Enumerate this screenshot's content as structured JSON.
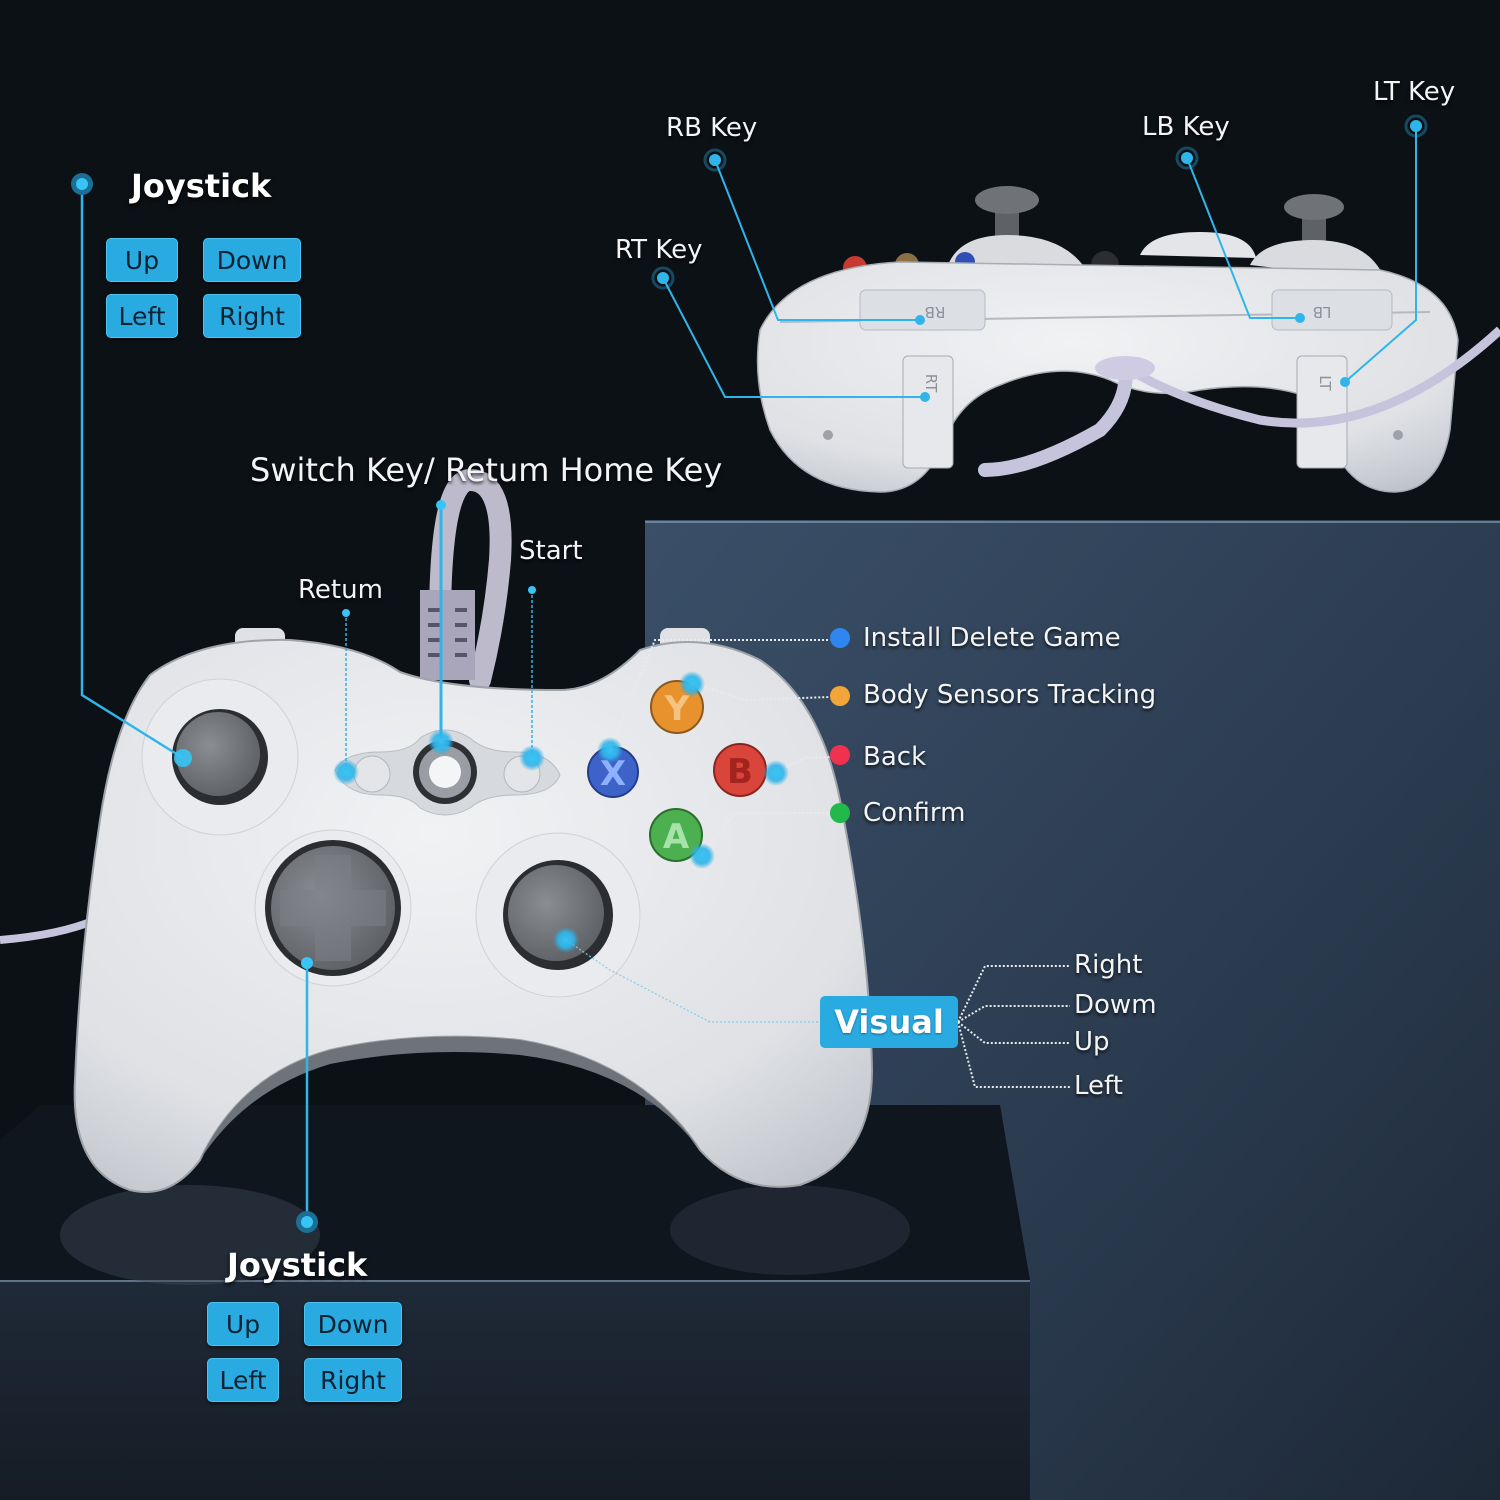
{
  "colors": {
    "background": "#0c1116",
    "pedestal": "#2c3d52",
    "accent": "#29abe2",
    "chip_text": "#0b2233",
    "label_text": "#f2f4f6",
    "controller_body": "#e4e6ea",
    "button_x": "#3d63c9",
    "button_y": "#e8922e",
    "button_b": "#d9453b",
    "button_a": "#4caf50",
    "legend_blue": "#2f86f0",
    "legend_orange": "#f2a63a",
    "legend_red": "#f0324f",
    "legend_green": "#22b94a"
  },
  "joystick_left": {
    "title": "Joystick",
    "chips": {
      "up": "Up",
      "down": "Down",
      "left": "Left",
      "right": "Right"
    }
  },
  "joystick_bottom": {
    "title": "Joystick",
    "chips": {
      "up": "Up",
      "down": "Down",
      "left": "Left",
      "right": "Right"
    }
  },
  "top_controller": {
    "labels": {
      "rb": "RB Key",
      "lb": "LB Key",
      "lt": "LT Key",
      "rt": "RT Key"
    },
    "imprints": {
      "rb": "RB",
      "lb": "LB",
      "rt": "RT",
      "lt": "LT"
    }
  },
  "center_labels": {
    "switch_key": "Switch Key/ Retum Home Key",
    "start": "Start",
    "return": "Retum"
  },
  "face_buttons": {
    "x": "X",
    "y": "Y",
    "b": "B",
    "a": "A"
  },
  "legend": [
    {
      "label": "Install Delete Game",
      "color": "#2f86f0"
    },
    {
      "label": "Body Sensors Tracking",
      "color": "#f2a63a"
    },
    {
      "label": "Back",
      "color": "#f0324f"
    },
    {
      "label": "Confirm",
      "color": "#22b94a"
    }
  ],
  "visual": {
    "label": "Visual",
    "directions": [
      "Right",
      "Dowm",
      "Up",
      "Left"
    ]
  }
}
